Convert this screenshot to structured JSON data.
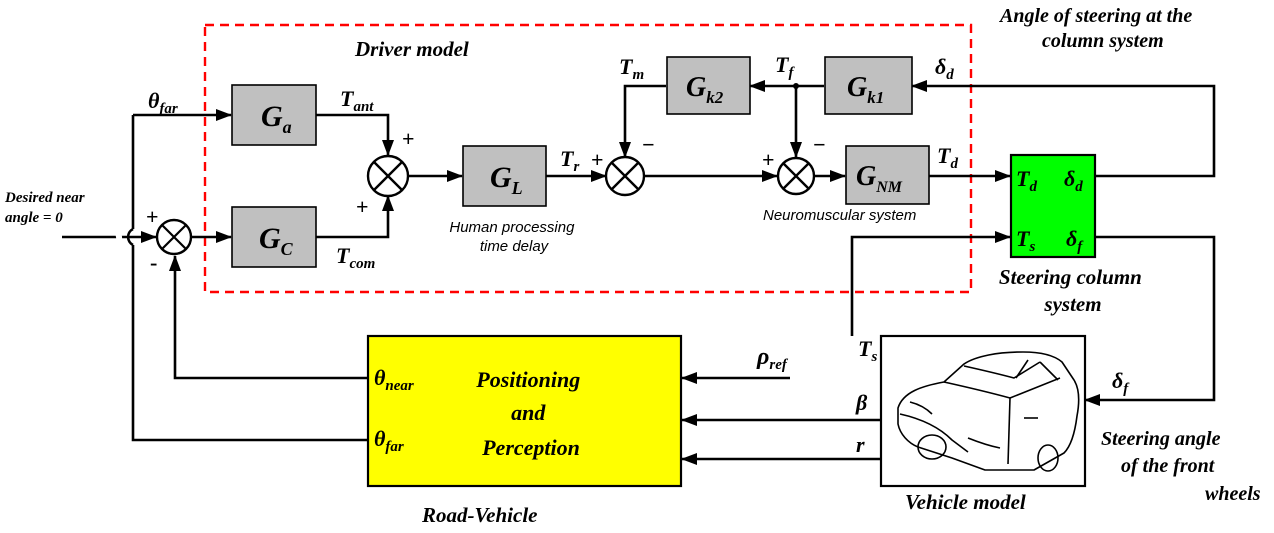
{
  "driver_model": {
    "title": "Driver model",
    "desired_input": {
      "line1": "Desired near",
      "line2": "angle = 0"
    },
    "blocks": {
      "ga": {
        "main": "G",
        "sub": "a"
      },
      "gc": {
        "main": "G",
        "sub": "C"
      },
      "gl": {
        "main": "G",
        "sub": "L"
      },
      "gk1": {
        "main": "G",
        "sub": "k1"
      },
      "gk2": {
        "main": "G",
        "sub": "k2"
      },
      "gnm": {
        "main": "G",
        "sub": "NM"
      }
    },
    "captions": {
      "human_delay_line1": "Human processing",
      "human_delay_line2": "time delay",
      "neuromuscular": "Neuromuscular system"
    },
    "signals": {
      "theta_far": {
        "main": "θ",
        "sub": "far"
      },
      "t_ant": {
        "main": "T",
        "sub": "ant"
      },
      "t_com": {
        "main": "T",
        "sub": "com"
      },
      "t_r": {
        "main": "T",
        "sub": "r"
      },
      "t_m": {
        "main": "T",
        "sub": "m"
      },
      "t_f": {
        "main": "T",
        "sub": "f"
      },
      "t_d": {
        "main": "T",
        "sub": "d"
      },
      "delta_d": {
        "main": "δ",
        "sub": "d"
      }
    },
    "signs": {
      "plus": "+",
      "minus": "−",
      "minus_short": "-"
    }
  },
  "steering_column": {
    "title_line1": "Steering column",
    "title_line2": "system",
    "color": "#00ff00",
    "ports": {
      "t_d": {
        "main": "T",
        "sub": "d"
      },
      "t_s": {
        "main": "T",
        "sub": "s"
      },
      "delta_d": {
        "main": "δ",
        "sub": "d"
      },
      "delta_f": {
        "main": "δ",
        "sub": "f"
      }
    },
    "annotation_line1": "Angle of steering at the",
    "annotation_line2": "column system"
  },
  "vehicle": {
    "title": "Vehicle model",
    "image_icon": "car-sketch-icon",
    "inputs": {
      "t_s": {
        "main": "T",
        "sub": "s"
      },
      "beta": "β",
      "r": "r",
      "delta_f": {
        "main": "δ",
        "sub": "f"
      }
    },
    "annotation_line1": "Steering angle",
    "annotation_line2": "of the front",
    "annotation_line3": "wheels"
  },
  "road_vehicle": {
    "title": "Road-Vehicle",
    "color": "#ffff00",
    "label_line1": "Positioning",
    "label_line2": "and",
    "label_line3": "Perception",
    "ports": {
      "theta_near": {
        "main": "θ",
        "sub": "near"
      },
      "theta_far": {
        "main": "θ",
        "sub": "far"
      }
    },
    "rho_ref": {
      "main": "ρ",
      "sub": "ref"
    }
  },
  "colors": {
    "driver_boundary": "#ff0000",
    "block_gray": "#c0c0c0"
  }
}
